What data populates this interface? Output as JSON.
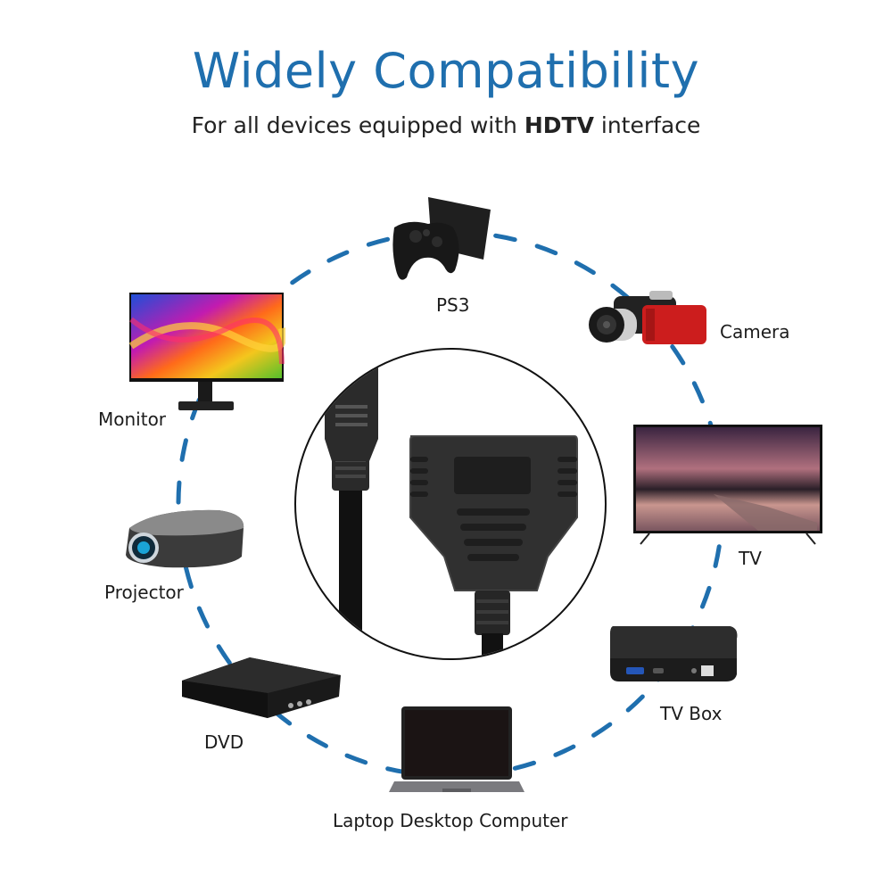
{
  "header": {
    "title": "Widely Compatibility",
    "subtitle_pre": "For all devices equipped with",
    "subtitle_bold": "HDTV",
    "subtitle_post": "interface"
  },
  "colors": {
    "title": "#1f6fae",
    "dash": "#1f6fae",
    "camera_red": "#d11f1f",
    "device_dark": "#1a1a1a"
  },
  "center": {
    "product": "HDTV 1-to-2 splitter cable",
    "icon": "hdmi-splitter-icon"
  },
  "devices": [
    {
      "id": "ps3",
      "label": "PS3",
      "icon": "game-console-icon"
    },
    {
      "id": "camera",
      "label": "Camera",
      "icon": "camcorder-icon"
    },
    {
      "id": "monitor",
      "label": "Monitor",
      "icon": "monitor-icon"
    },
    {
      "id": "tv",
      "label": "TV",
      "icon": "tv-icon"
    },
    {
      "id": "projector",
      "label": "Projector",
      "icon": "projector-icon"
    },
    {
      "id": "tvbox",
      "label": "TV Box",
      "icon": "tv-box-icon"
    },
    {
      "id": "dvd",
      "label": "DVD",
      "icon": "dvd-player-icon"
    },
    {
      "id": "laptop",
      "label": "Laptop Desktop Computer",
      "icon": "laptop-icon"
    }
  ]
}
